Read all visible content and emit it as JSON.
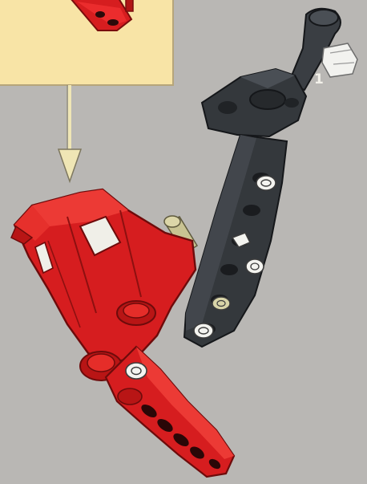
{
  "page": {
    "background_color": "#b9b7b4",
    "callout_background_color": "#f8e4a6"
  },
  "callout": {
    "contents": "red-lever-part-preview"
  },
  "assembly": {
    "step_number_label": "1",
    "parts": [
      {
        "name": "red-lever-part",
        "color": "#d61d1f"
      },
      {
        "name": "black-beam-part",
        "color": "#33373b"
      },
      {
        "name": "white-connector-pins",
        "color": "#eeeeea"
      },
      {
        "name": "tan-axle",
        "color": "#c9c392"
      }
    ],
    "arrow_color": "#efe6b5"
  }
}
